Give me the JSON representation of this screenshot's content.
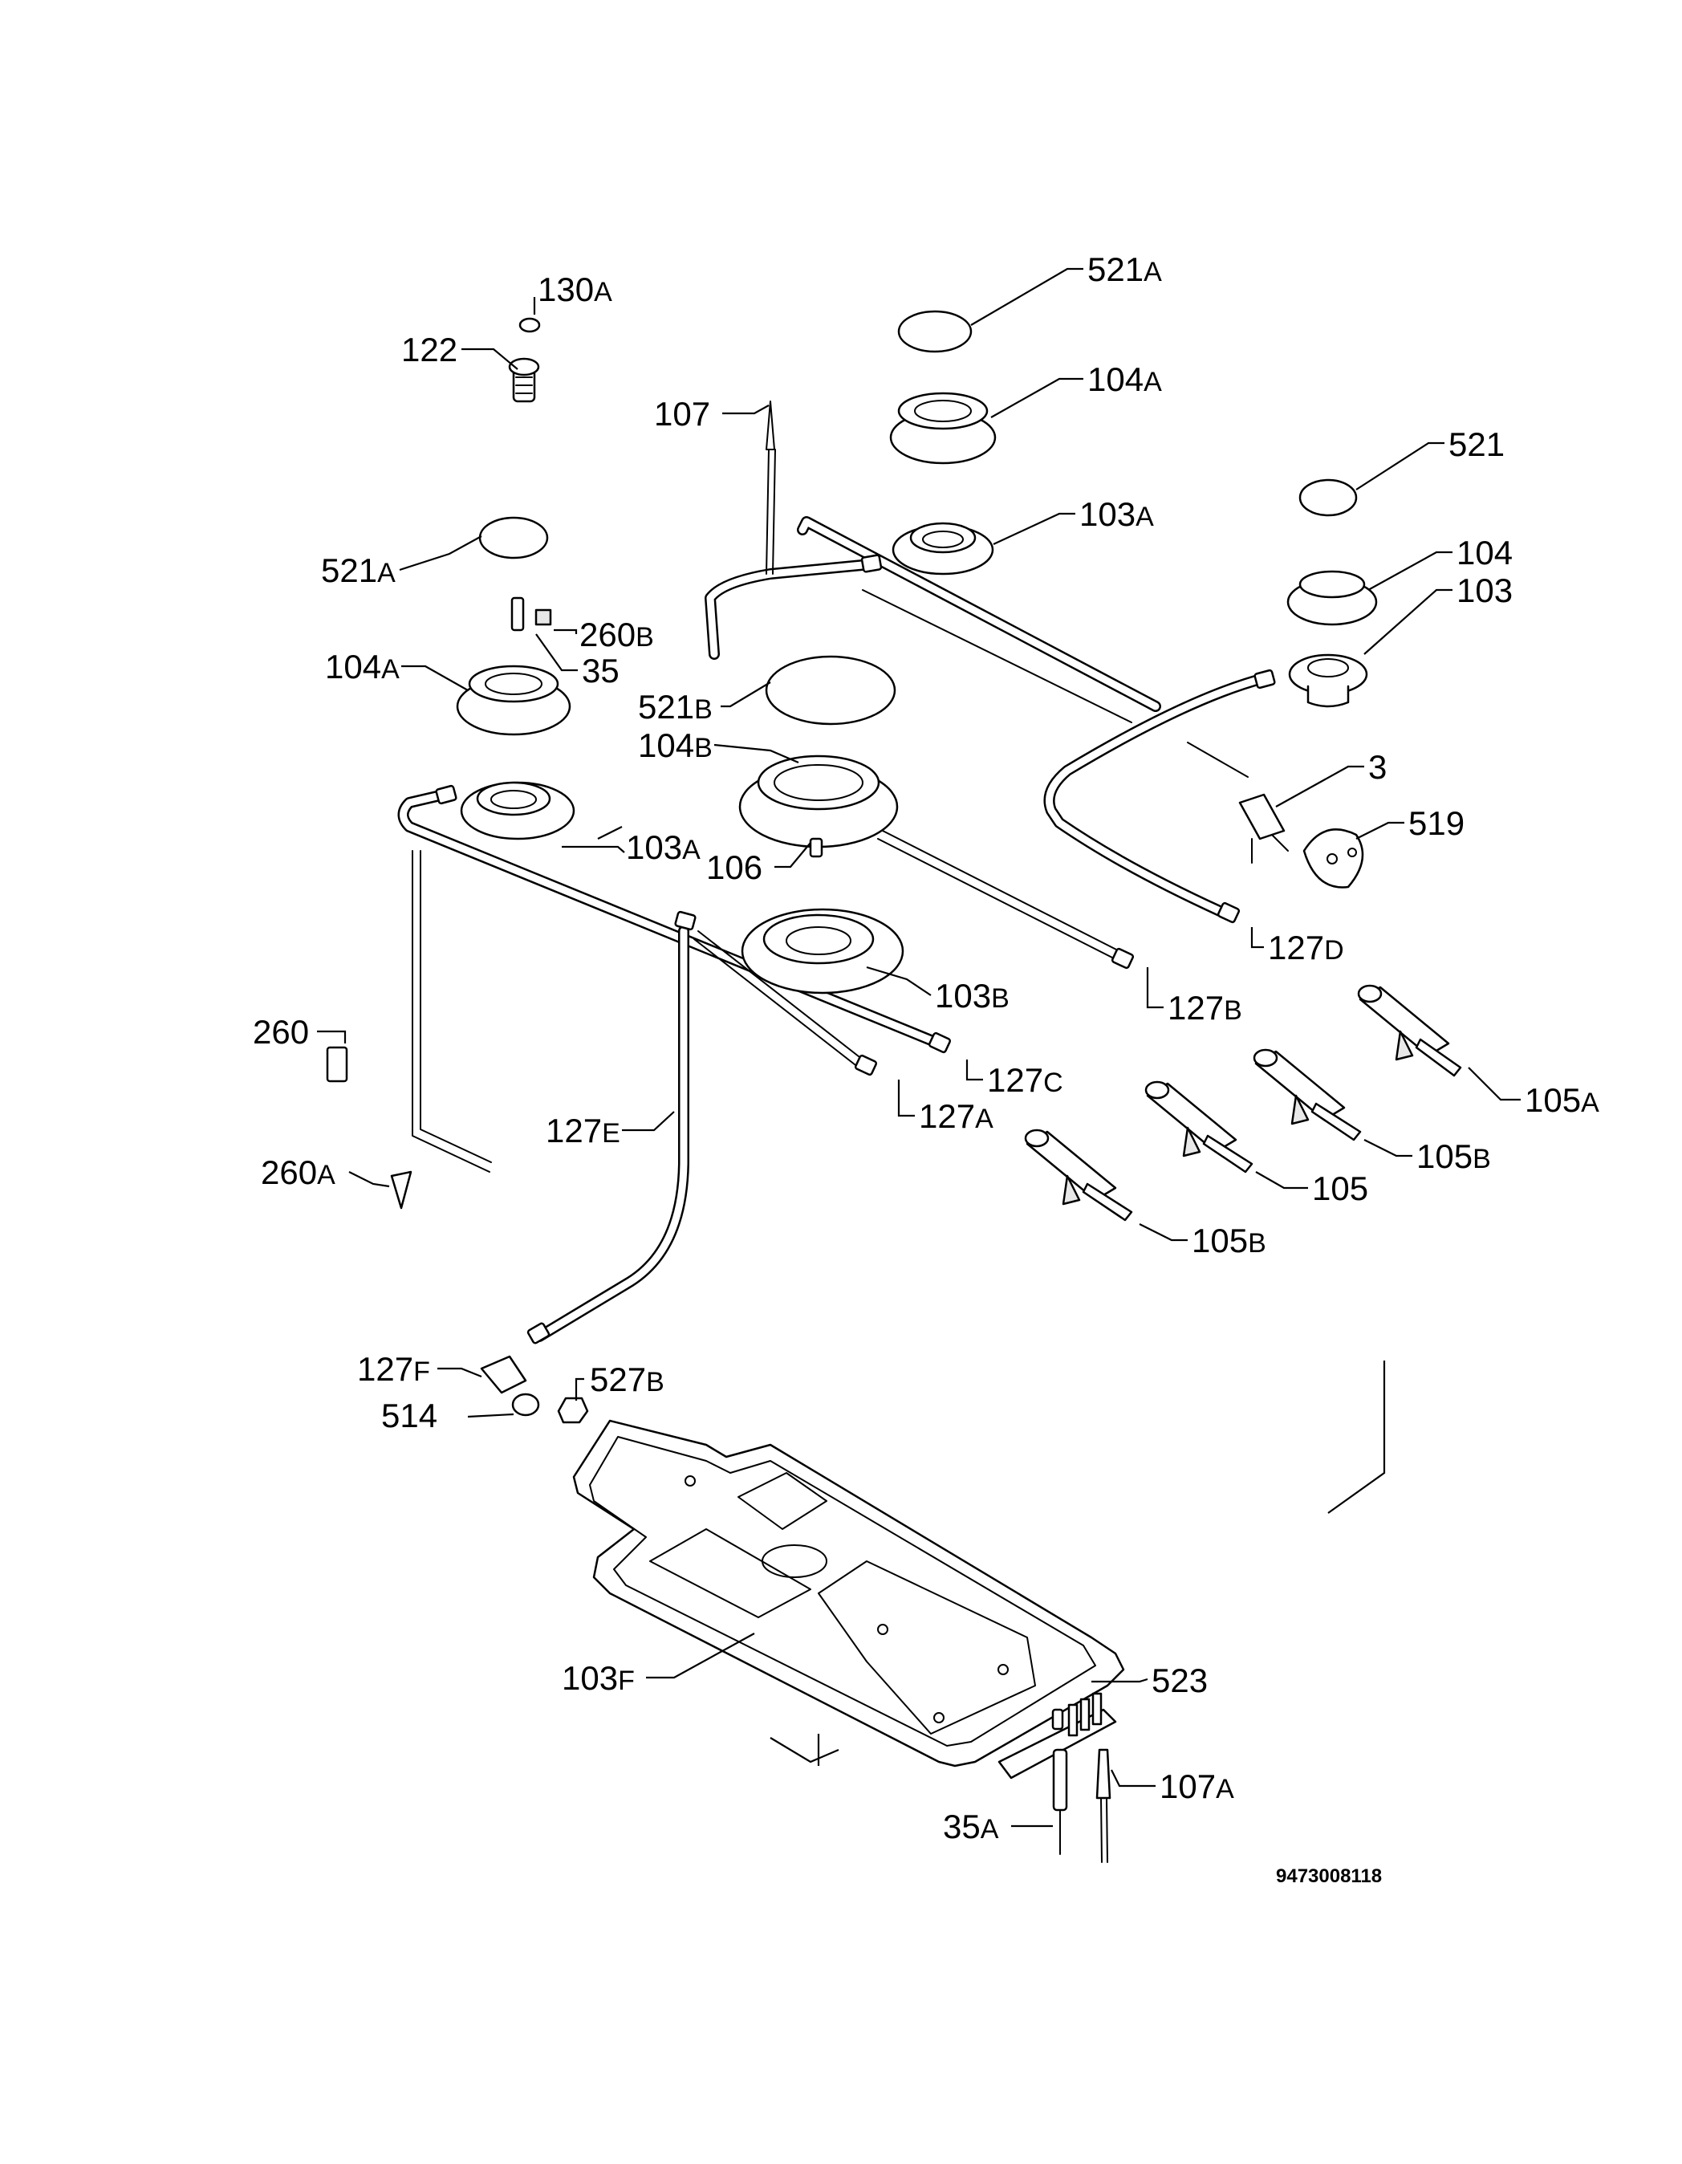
{
  "diagram": {
    "doc_code": "9473008118",
    "labels": {
      "l130A": {
        "num": "130",
        "suf": "A"
      },
      "l122": {
        "num": "122",
        "suf": ""
      },
      "l521A_top": {
        "num": "521",
        "suf": "A"
      },
      "l107": {
        "num": "107",
        "suf": ""
      },
      "l104A_top": {
        "num": "104",
        "suf": "A"
      },
      "l521": {
        "num": "521",
        "suf": ""
      },
      "l103A_top": {
        "num": "103",
        "suf": "A"
      },
      "l521A_left": {
        "num": "521",
        "suf": "A"
      },
      "l104": {
        "num": "104",
        "suf": ""
      },
      "l103": {
        "num": "103",
        "suf": ""
      },
      "l260B": {
        "num": "260",
        "suf": "B"
      },
      "l35": {
        "num": "35",
        "suf": ""
      },
      "l104A_left": {
        "num": "104",
        "suf": "A"
      },
      "l521B": {
        "num": "521",
        "suf": "B"
      },
      "l104B": {
        "num": "104",
        "suf": "B"
      },
      "l3": {
        "num": "3",
        "suf": ""
      },
      "l519": {
        "num": "519",
        "suf": ""
      },
      "l103A_left": {
        "num": "103",
        "suf": "A"
      },
      "l106": {
        "num": "106",
        "suf": ""
      },
      "l127D": {
        "num": "127",
        "suf": "D"
      },
      "l103B": {
        "num": "103",
        "suf": "B"
      },
      "l127B": {
        "num": "127",
        "suf": "B"
      },
      "l260": {
        "num": "260",
        "suf": ""
      },
      "l127C": {
        "num": "127",
        "suf": "C"
      },
      "l105A": {
        "num": "105",
        "suf": "A"
      },
      "l127A": {
        "num": "127",
        "suf": "A"
      },
      "l127E": {
        "num": "127",
        "suf": "E"
      },
      "l105B_right": {
        "num": "105",
        "suf": "B"
      },
      "l260A": {
        "num": "260",
        "suf": "A"
      },
      "l105": {
        "num": "105",
        "suf": ""
      },
      "l105B_left": {
        "num": "105",
        "suf": "B"
      },
      "l127F": {
        "num": "127",
        "suf": "F"
      },
      "l527B": {
        "num": "527",
        "suf": "B"
      },
      "l514": {
        "num": "514",
        "suf": ""
      },
      "l103F": {
        "num": "103",
        "suf": "F"
      },
      "l523": {
        "num": "523",
        "suf": ""
      },
      "l107A": {
        "num": "107",
        "suf": "A"
      },
      "l35A": {
        "num": "35",
        "suf": "A"
      }
    }
  }
}
